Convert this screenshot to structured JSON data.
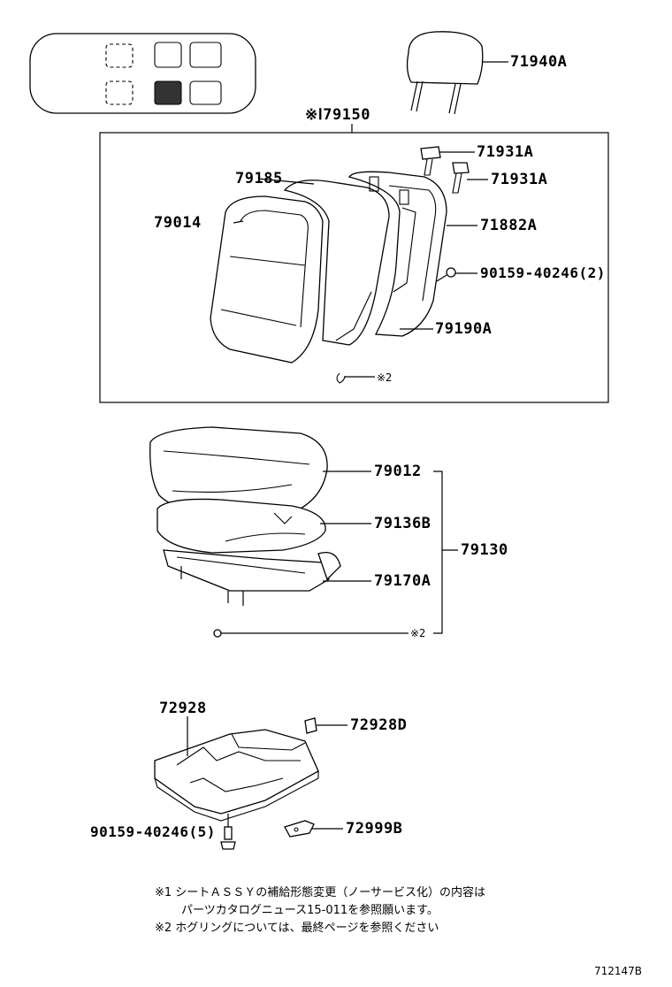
{
  "labels": {
    "headrest": "71940A",
    "seatback_assy": "※Ⅰ79150",
    "clip_upper": "71931A",
    "clip_lower": "71931A",
    "pad_back": "79185",
    "cover_back": "79014",
    "frame_back": "71882A",
    "bolt_back": "90159-40246(2)",
    "frame_lower": "79190A",
    "hogring_back": "※2",
    "cover_cushion": "79012",
    "pad_cushion": "79136B",
    "cushion_assy": "79130",
    "frame_cushion": "79170A",
    "hogring_cushion": "※2",
    "tray": "72928",
    "tray_clip": "72928D",
    "bolt_tray": "90159-40246(5)",
    "bracket": "72999B"
  },
  "notes": {
    "note1_line1": "※1  シートＡＳＳＹの補給形態変更（ノーサービス化）の内容は",
    "note1_line2": "パーツカタログニュース15-011を参照願います。",
    "note2": "※2  ホグリングについては、最終ページを参照ください"
  },
  "figure_id": "712147B"
}
